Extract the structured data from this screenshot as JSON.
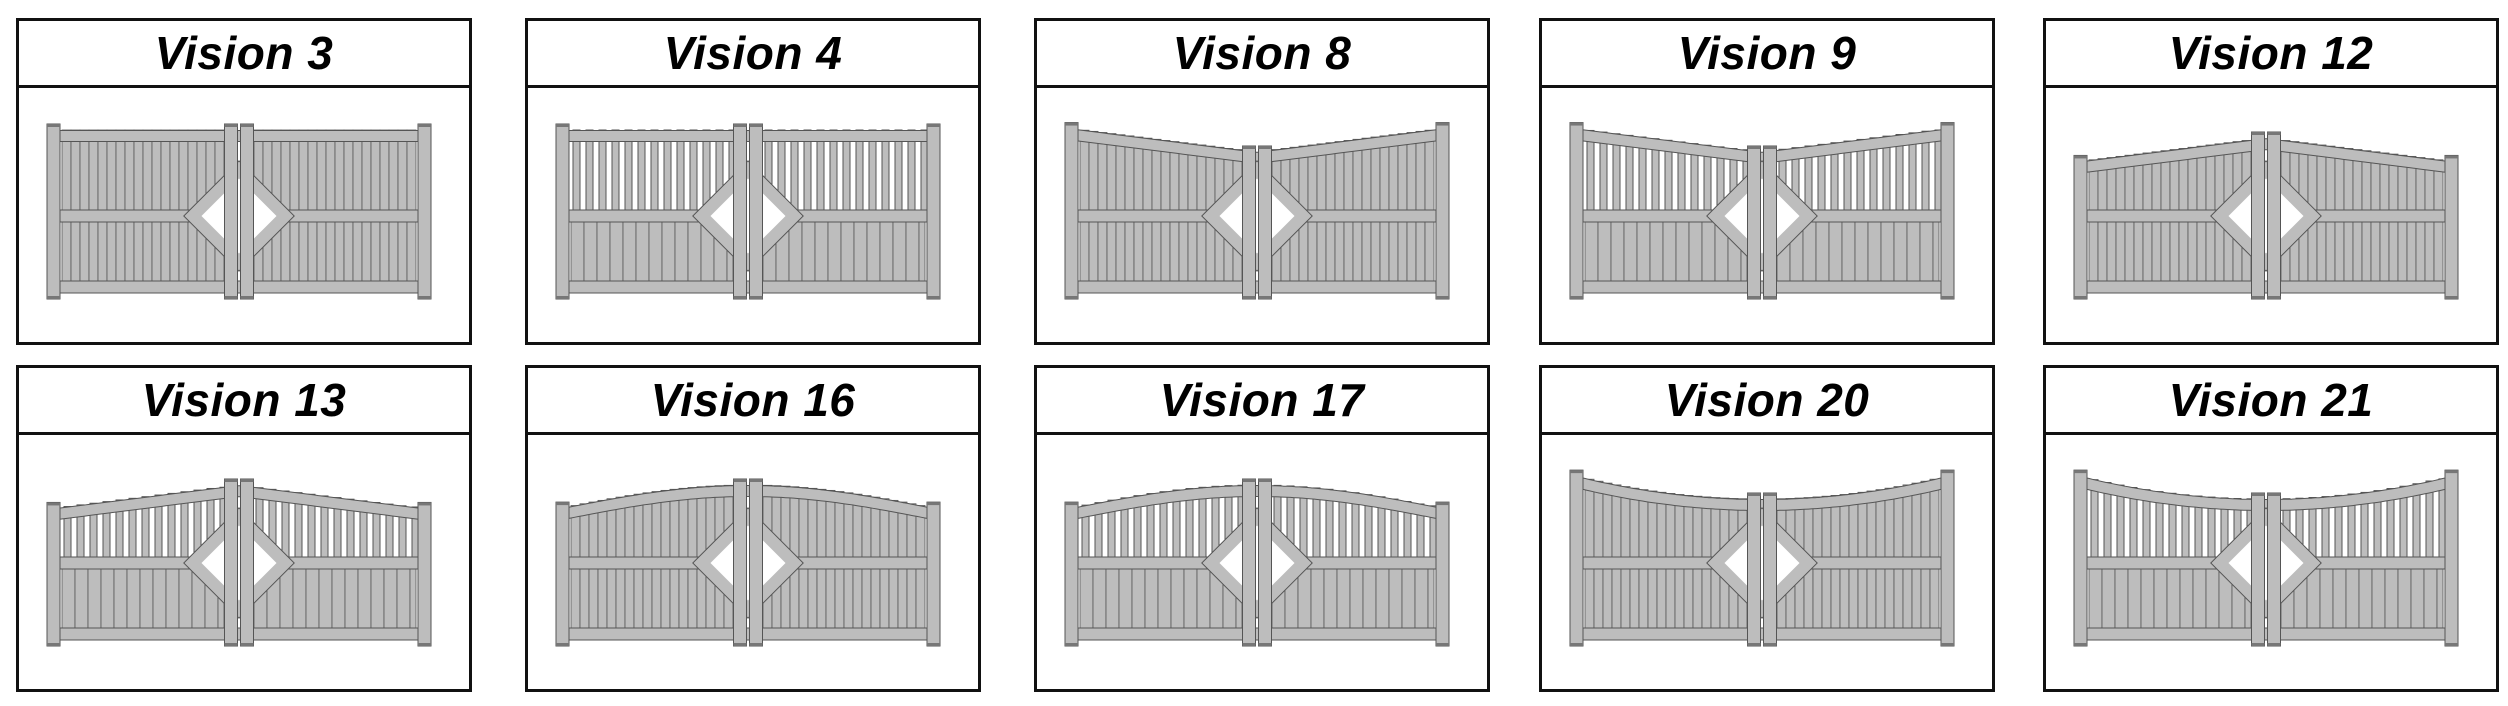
{
  "colors": {
    "gate_fill": "#bdbdbd",
    "gate_line": "#555555",
    "gate_dark": "#777777",
    "border": "#111111"
  },
  "gates": [
    {
      "title": "Vision 3",
      "top": "flat",
      "style": "boards"
    },
    {
      "title": "Vision 4",
      "top": "flat",
      "style": "pickets"
    },
    {
      "title": "Vision 8",
      "top": "slope-down",
      "style": "boards"
    },
    {
      "title": "Vision 9",
      "top": "slope-down",
      "style": "pickets"
    },
    {
      "title": "Vision 12",
      "top": "slope-up",
      "style": "boards"
    },
    {
      "title": "Vision 13",
      "top": "slope-up",
      "style": "pickets"
    },
    {
      "title": "Vision 16",
      "top": "arch",
      "style": "boards"
    },
    {
      "title": "Vision 17",
      "top": "arch",
      "style": "pickets"
    },
    {
      "title": "Vision 20",
      "top": "concave",
      "style": "boards"
    },
    {
      "title": "Vision 21",
      "top": "concave",
      "style": "pickets"
    }
  ]
}
